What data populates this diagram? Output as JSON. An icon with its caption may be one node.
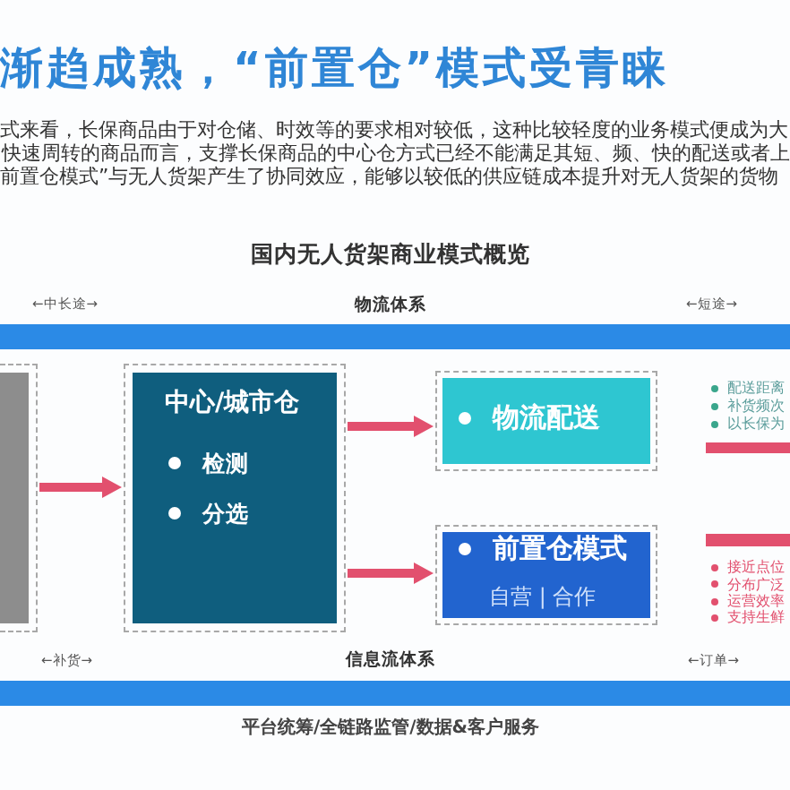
{
  "diagram": {
    "title": "渐趋成熟，“前置仓”模式受青睐",
    "nodes": [
      {
        "text": [],
        "shape": "bar"
      },
      {
        "text": [],
        "shape": "box"
      },
      {
        "text": [
          "中心/城市仓",
          "检测",
          "分选"
        ]
      },
      {
        "text": [
          "物流配送"
        ],
        "beside": [
          "配送距离",
          "补货频次",
          "以长保为"
        ]
      },
      {
        "text": [
          "前置仓模式",
          "自营 | 合作"
        ],
        "beside": [
          "接近点位",
          "分布广泛",
          "运营效率",
          "支持生鲜"
        ]
      },
      {
        "text": [],
        "shape": "bar"
      }
    ],
    "edges": [
      {
        "from": 1,
        "to": 2,
        "arrow": "to"
      },
      {
        "from": 2,
        "to": 3,
        "arrow": "to"
      },
      {
        "from": 2,
        "to": 4,
        "arrow": "to"
      }
    ],
    "labels": [
      "式来看，长保商品由于对仓储、时效等的要求相对较低，这种比较轻度的业务模式便成为大",
      "快速周转的商品而言，支撑长保商品的中心仓方式已经不能满足其短、频、快的配送或者上",
      "前置仓模式”与无人货架产生了协同效应，能够以较低的供应链成本提升对无人货架的货物",
      "国内无人货架商业模式概览",
      "←中长途→",
      "物流体系",
      "←短途→",
      "←补货→",
      "信息流体系",
      "←订单→",
      "平台统筹/全链路监管/数据&客户服务"
    ]
  }
}
